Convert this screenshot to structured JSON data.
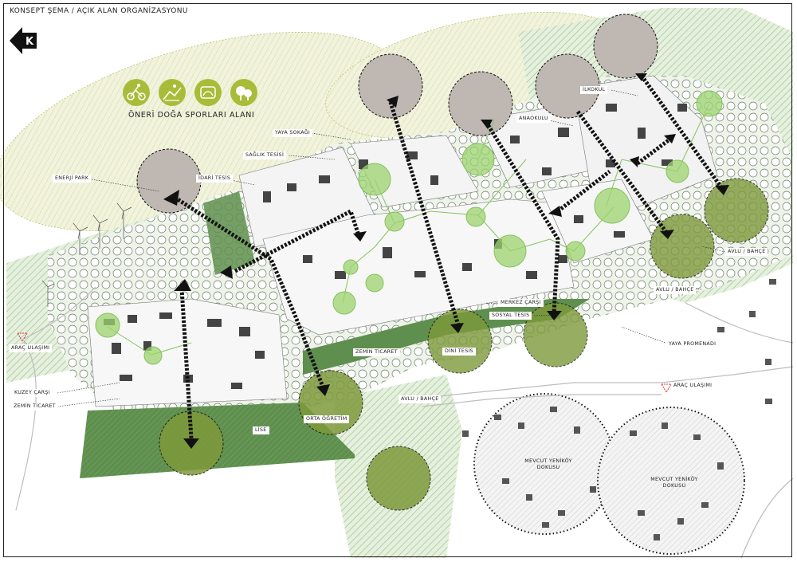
{
  "title": "KONSEPT ŞEMA / AÇIK ALAN ORGANİZASYONU",
  "north_letter": "K",
  "sports_area": {
    "label": "ÖNERİ DOĞA SPORLARI ALANI",
    "icons": [
      "cycling-icon",
      "mountain-bike-icon",
      "camping-icon",
      "trees-icon"
    ],
    "icon_color": "#a9bc39"
  },
  "labels": {
    "yaya_sokagi": "YAYA SOKAĞI",
    "saglik_tesisi": "SAĞLIK TESİSİ",
    "enerji_park": "ENERJİ PARK",
    "idari_tesis": "İDARİ TESİS",
    "anaokulu": "ANAOKULU",
    "ilkokul": "İLKOKUL",
    "avlu_bahce_1": "AVLU / BAHÇE",
    "avlu_bahce_2": "AVLU / BAHÇE",
    "avlu_bahce_3": "AVLU / BAHÇE",
    "merkez_carsi": "MERKEZ ÇARŞI",
    "sosyal_tesis": "SOSYAL TESİS",
    "yaya_promenadi": "YAYA PROMENADI",
    "arac_ulasimi_left": "ARAÇ ULAŞIMI",
    "arac_ulasimi_right": "ARAÇ ULAŞIMI",
    "zemin_ticaret_1": "ZEMİN TİCARET",
    "zemin_ticaret_2": "ZEMİN TİCARET",
    "dini_tesis": "DİNİ TESİS",
    "kuzey_carsi": "KUZEY ÇARŞI",
    "orta_ogretim": "ORTA ÖĞRETİM",
    "lise": "LİSE",
    "mevcut_1": "MEVCUT YENİKÖY DOKUSU",
    "mevcut_2": "MEVCUT YENİKÖY DOKUSU"
  },
  "colors": {
    "dark_green": "#5f8f4e",
    "mid_green": "#8fa85a",
    "light_green": "#cfe3c3",
    "pale_yellow": "#eef0d2",
    "circle_grey": "#bfb7b2",
    "circle_olive": "#7e9a3c",
    "bright_green_node": "#9cd36f",
    "arrow": "#111111"
  }
}
